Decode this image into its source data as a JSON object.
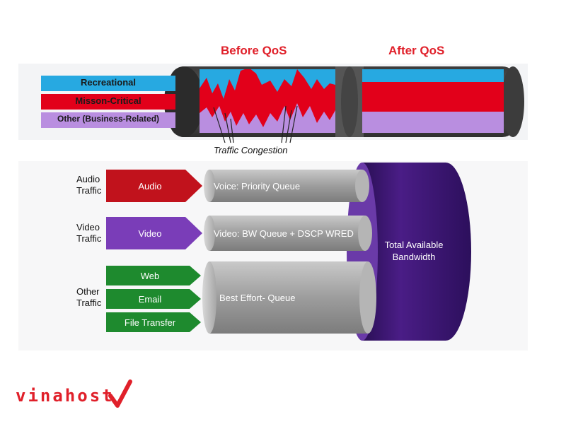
{
  "top": {
    "before_title": "Before QoS",
    "after_title": "After QoS",
    "legend": [
      "Recreational",
      "Misson-Critical",
      "Other (Business-Related)"
    ],
    "congestion_label": "Traffic Congestion"
  },
  "groups": [
    {
      "label": [
        "Audio",
        "Traffic"
      ]
    },
    {
      "label": [
        "Video",
        "Traffic"
      ]
    },
    {
      "label": [
        "Other",
        "Traffic"
      ]
    }
  ],
  "arrows": [
    "Audio",
    "Video",
    "Web",
    "Email",
    "File Transfer"
  ],
  "queues": [
    "Voice: Priority Queue",
    "Video: BW Queue + DSCP WRED",
    "Best Effort- Queue"
  ],
  "bandwidth": [
    "Total Available",
    "Bandwidth"
  ],
  "brand": "vinahost",
  "colors": {
    "title_red": "#e0202a",
    "blue": "#27a9e1",
    "red": "#e2001a",
    "lavender": "#b98ee0",
    "pipe_dark": "#4a4a4a",
    "audio_arrow": "#c1121c",
    "video_arrow": "#7a3db8",
    "other_arrow": "#1e8a2e",
    "queue_gray": "#9a9a9a",
    "bandwidth_purple": "#3a1670"
  }
}
